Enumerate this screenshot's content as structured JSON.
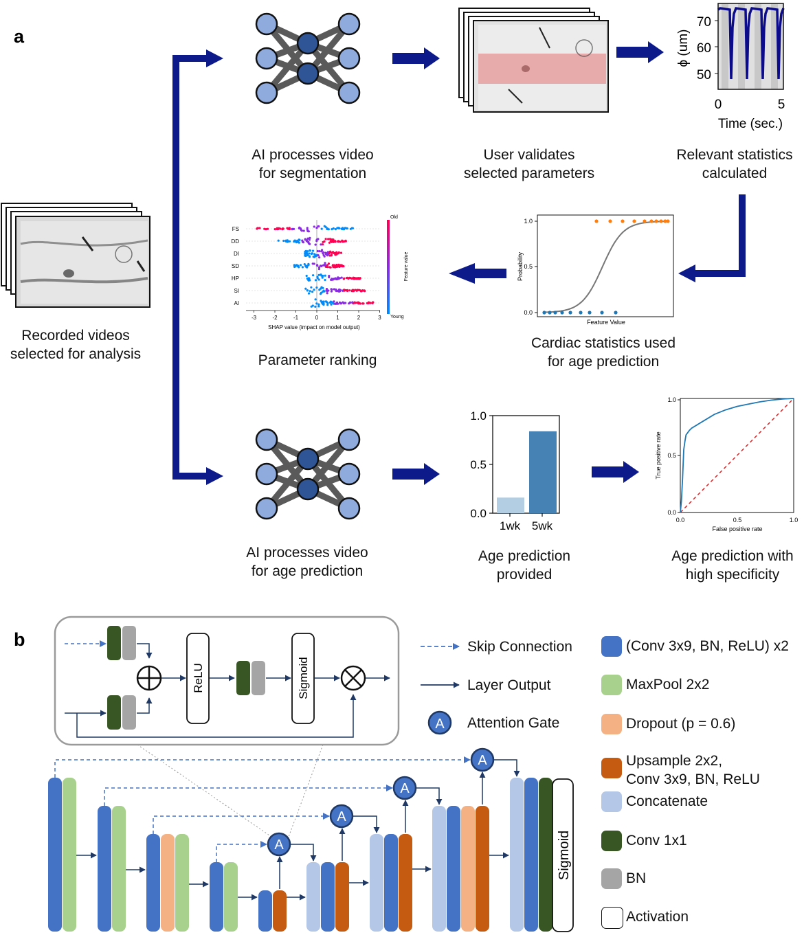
{
  "panel_a": {
    "label": "a",
    "captions": {
      "recorded": [
        "Recorded videos",
        "selected for analysis"
      ],
      "ai_seg": [
        "AI processes video",
        "for segmentation"
      ],
      "user_val": [
        "User validates",
        "selected parameters"
      ],
      "stats": [
        "Relevant statistics",
        "calculated"
      ],
      "ranking": [
        "Parameter ranking"
      ],
      "cardiac": [
        "Cardiac statistics used",
        "for age prediction"
      ],
      "ai_age": [
        "AI processes video",
        "for age prediction"
      ],
      "age_pred": [
        "Age prediction",
        "provided"
      ],
      "specificity": [
        "Age prediction with",
        "high specificity"
      ]
    },
    "diameter_plot": {
      "ylabel": "ϕ (um)",
      "xlabel": "Time (sec.)",
      "yticks": [
        "70",
        "60",
        "50"
      ],
      "xticks": [
        "0",
        "5"
      ],
      "line_color": "#0c0c8a"
    },
    "shap_plot": {
      "features": [
        "FS",
        "DD",
        "DI",
        "SD",
        "HP",
        "SI",
        "AI"
      ],
      "xticks": [
        "-3",
        "-2",
        "-1",
        "0",
        "1",
        "2",
        "3"
      ],
      "xlabel": "SHAP value (impact on model output)",
      "colorbar_label": "Feature value",
      "colorbar_high": "Old",
      "colorbar_low": "Young"
    },
    "logistic_plot": {
      "ylabel": "Probability",
      "xlabel": "Feature Value",
      "yticks": [
        "1.0",
        "0.5",
        "0.0"
      ]
    },
    "roc_plot": {
      "ylabel": "True positive rate",
      "xlabel": "False positive rate",
      "yticks": [
        "1.0",
        "0.5",
        "0.0"
      ],
      "xticks": [
        "0.0",
        "0.5",
        "1.0"
      ]
    }
  },
  "chart_data": [
    {
      "type": "bar",
      "categories": [
        "1wk",
        "5wk"
      ],
      "values": [
        0.16,
        0.84
      ],
      "ylim": [
        0,
        1
      ],
      "yticks": [
        "1.0",
        "0.5",
        "0.0"
      ],
      "colors": [
        "#b3cde3",
        "#4682b4"
      ]
    }
  ],
  "panel_b": {
    "label": "b",
    "gate_labels": {
      "relu": "ReLU",
      "sigmoid": "Sigmoid",
      "attention": "A"
    },
    "final_activation": "Sigmoid",
    "legend_left": {
      "skip": "Skip Connection",
      "layer": "Layer Output",
      "attention": "Attention Gate"
    },
    "legend_right": [
      {
        "label": "(Conv 3x9, BN, ReLU) x2",
        "color": "#4472c4"
      },
      {
        "label": "MaxPool 2x2",
        "color": "#a9d18e"
      },
      {
        "label": "Dropout (p = 0.6)",
        "color": "#f4b183"
      },
      {
        "label": "Upsample 2x2,\nConv 3x9, BN, ReLU",
        "color": "#c55a11"
      },
      {
        "label": "Concatenate",
        "color": "#b4c7e7"
      },
      {
        "label": "Conv 1x1",
        "color": "#375623"
      },
      {
        "label": "BN",
        "color": "#a5a5a5"
      },
      {
        "label": "Activation",
        "color": "#ffffff"
      }
    ]
  }
}
